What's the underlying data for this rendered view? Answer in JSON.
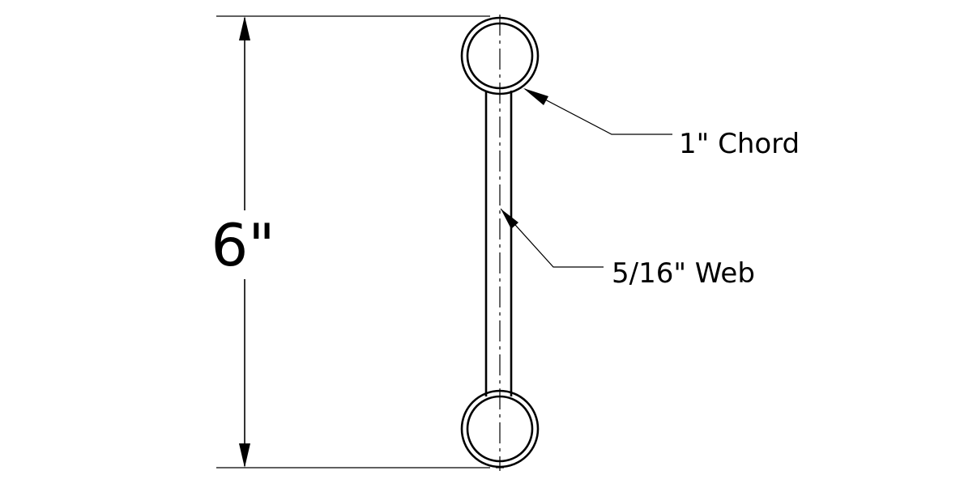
{
  "dimension": {
    "height_label": "6\""
  },
  "callouts": {
    "chord_label": "1\" Chord",
    "web_label": "5/16\" Web"
  }
}
